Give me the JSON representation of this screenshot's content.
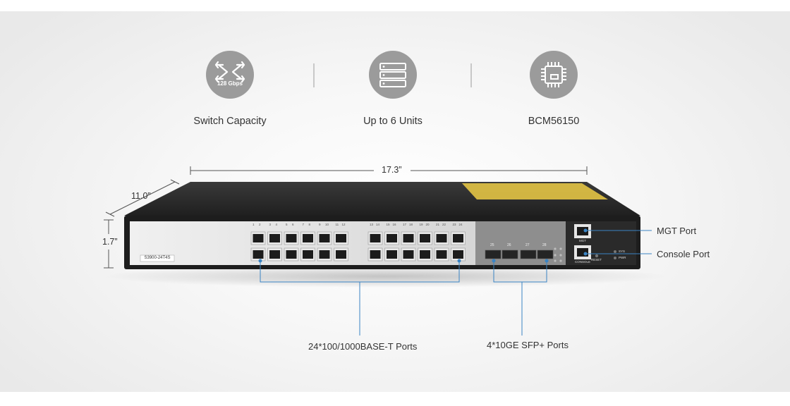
{
  "features": [
    {
      "icon": "network-switch-arrows-icon",
      "badge": "128 Gbps",
      "label": "Switch Capacity"
    },
    {
      "icon": "stacked-units-icon",
      "label": "Up to 6 Units"
    },
    {
      "icon": "chip-icon",
      "label": "BCM56150"
    }
  ],
  "dimensions": {
    "width": "17.3”",
    "depth": "11.0”",
    "height": "1.7”"
  },
  "device": {
    "model": "S3900-24T4S",
    "port_numbers_left": [
      "1",
      "2",
      "3",
      "4",
      "5",
      "6",
      "7",
      "8",
      "9",
      "10",
      "11",
      "12"
    ],
    "port_numbers_right": [
      "13",
      "14",
      "15",
      "16",
      "17",
      "18",
      "19",
      "20",
      "21",
      "22",
      "23",
      "24"
    ],
    "sfp_numbers": [
      "25",
      "26",
      "27",
      "28"
    ],
    "mgt_label": "MGT",
    "console_label": "CONSOLE",
    "reset_label": "RESET",
    "sys_label": "SYS",
    "pwr_label": "PWR"
  },
  "callouts": {
    "mgt": "MGT Port",
    "console": "Console Port",
    "rj45": "24*100/1000BASE-T Ports",
    "sfp": "4*10GE SFP+ Ports"
  },
  "colors": {
    "accent_line": "#3a84c4",
    "icon_circle": "#9b9b9b",
    "chassis_top": "#2e2e2e",
    "label_plate": "#e8c84a"
  }
}
